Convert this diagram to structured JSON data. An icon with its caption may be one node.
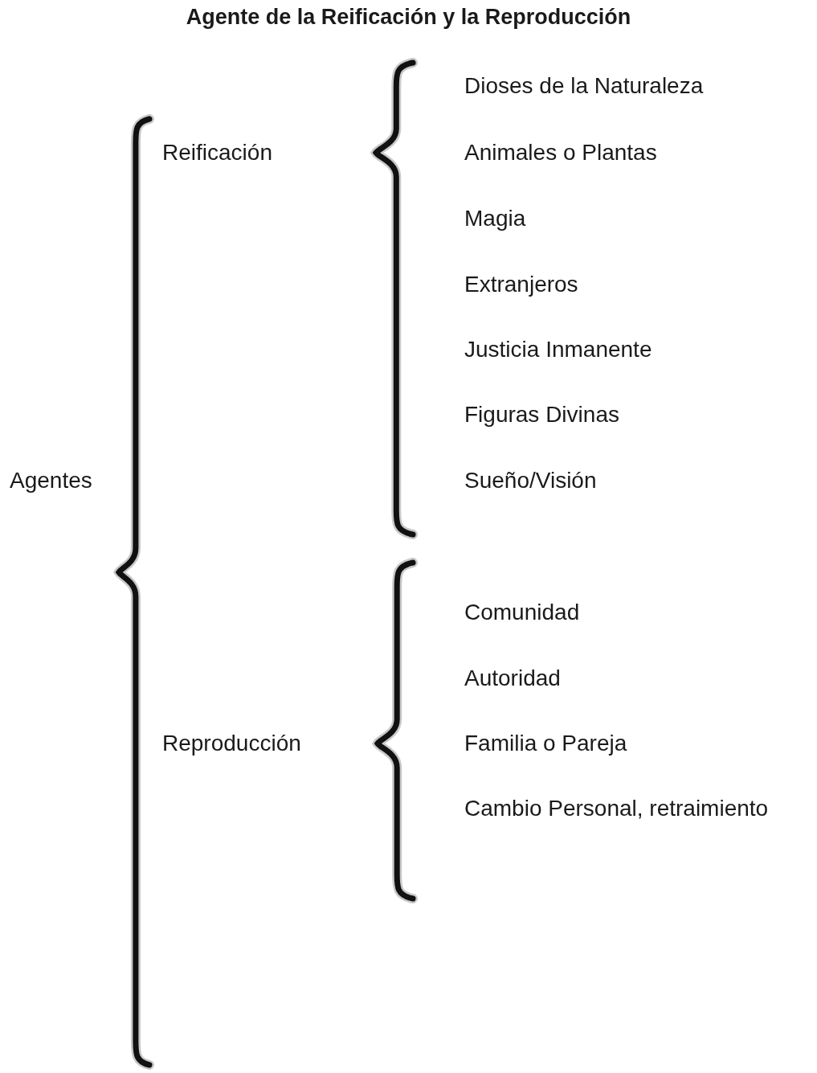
{
  "diagram": {
    "title": "Agente de la Reificación y la Reproducción",
    "labels": [
      "Agentes",
      "Reificación",
      "Dioses de la Naturaleza",
      "Animales o Plantas",
      "Magia",
      "Extranjeros",
      "Justicia Inmanente",
      "Figuras Divinas",
      "Sueño/Visión",
      "Reproducción",
      "Comunidad",
      "Autoridad",
      "Familia o Pareja",
      "Cambio Personal, retraimiento"
    ]
  }
}
